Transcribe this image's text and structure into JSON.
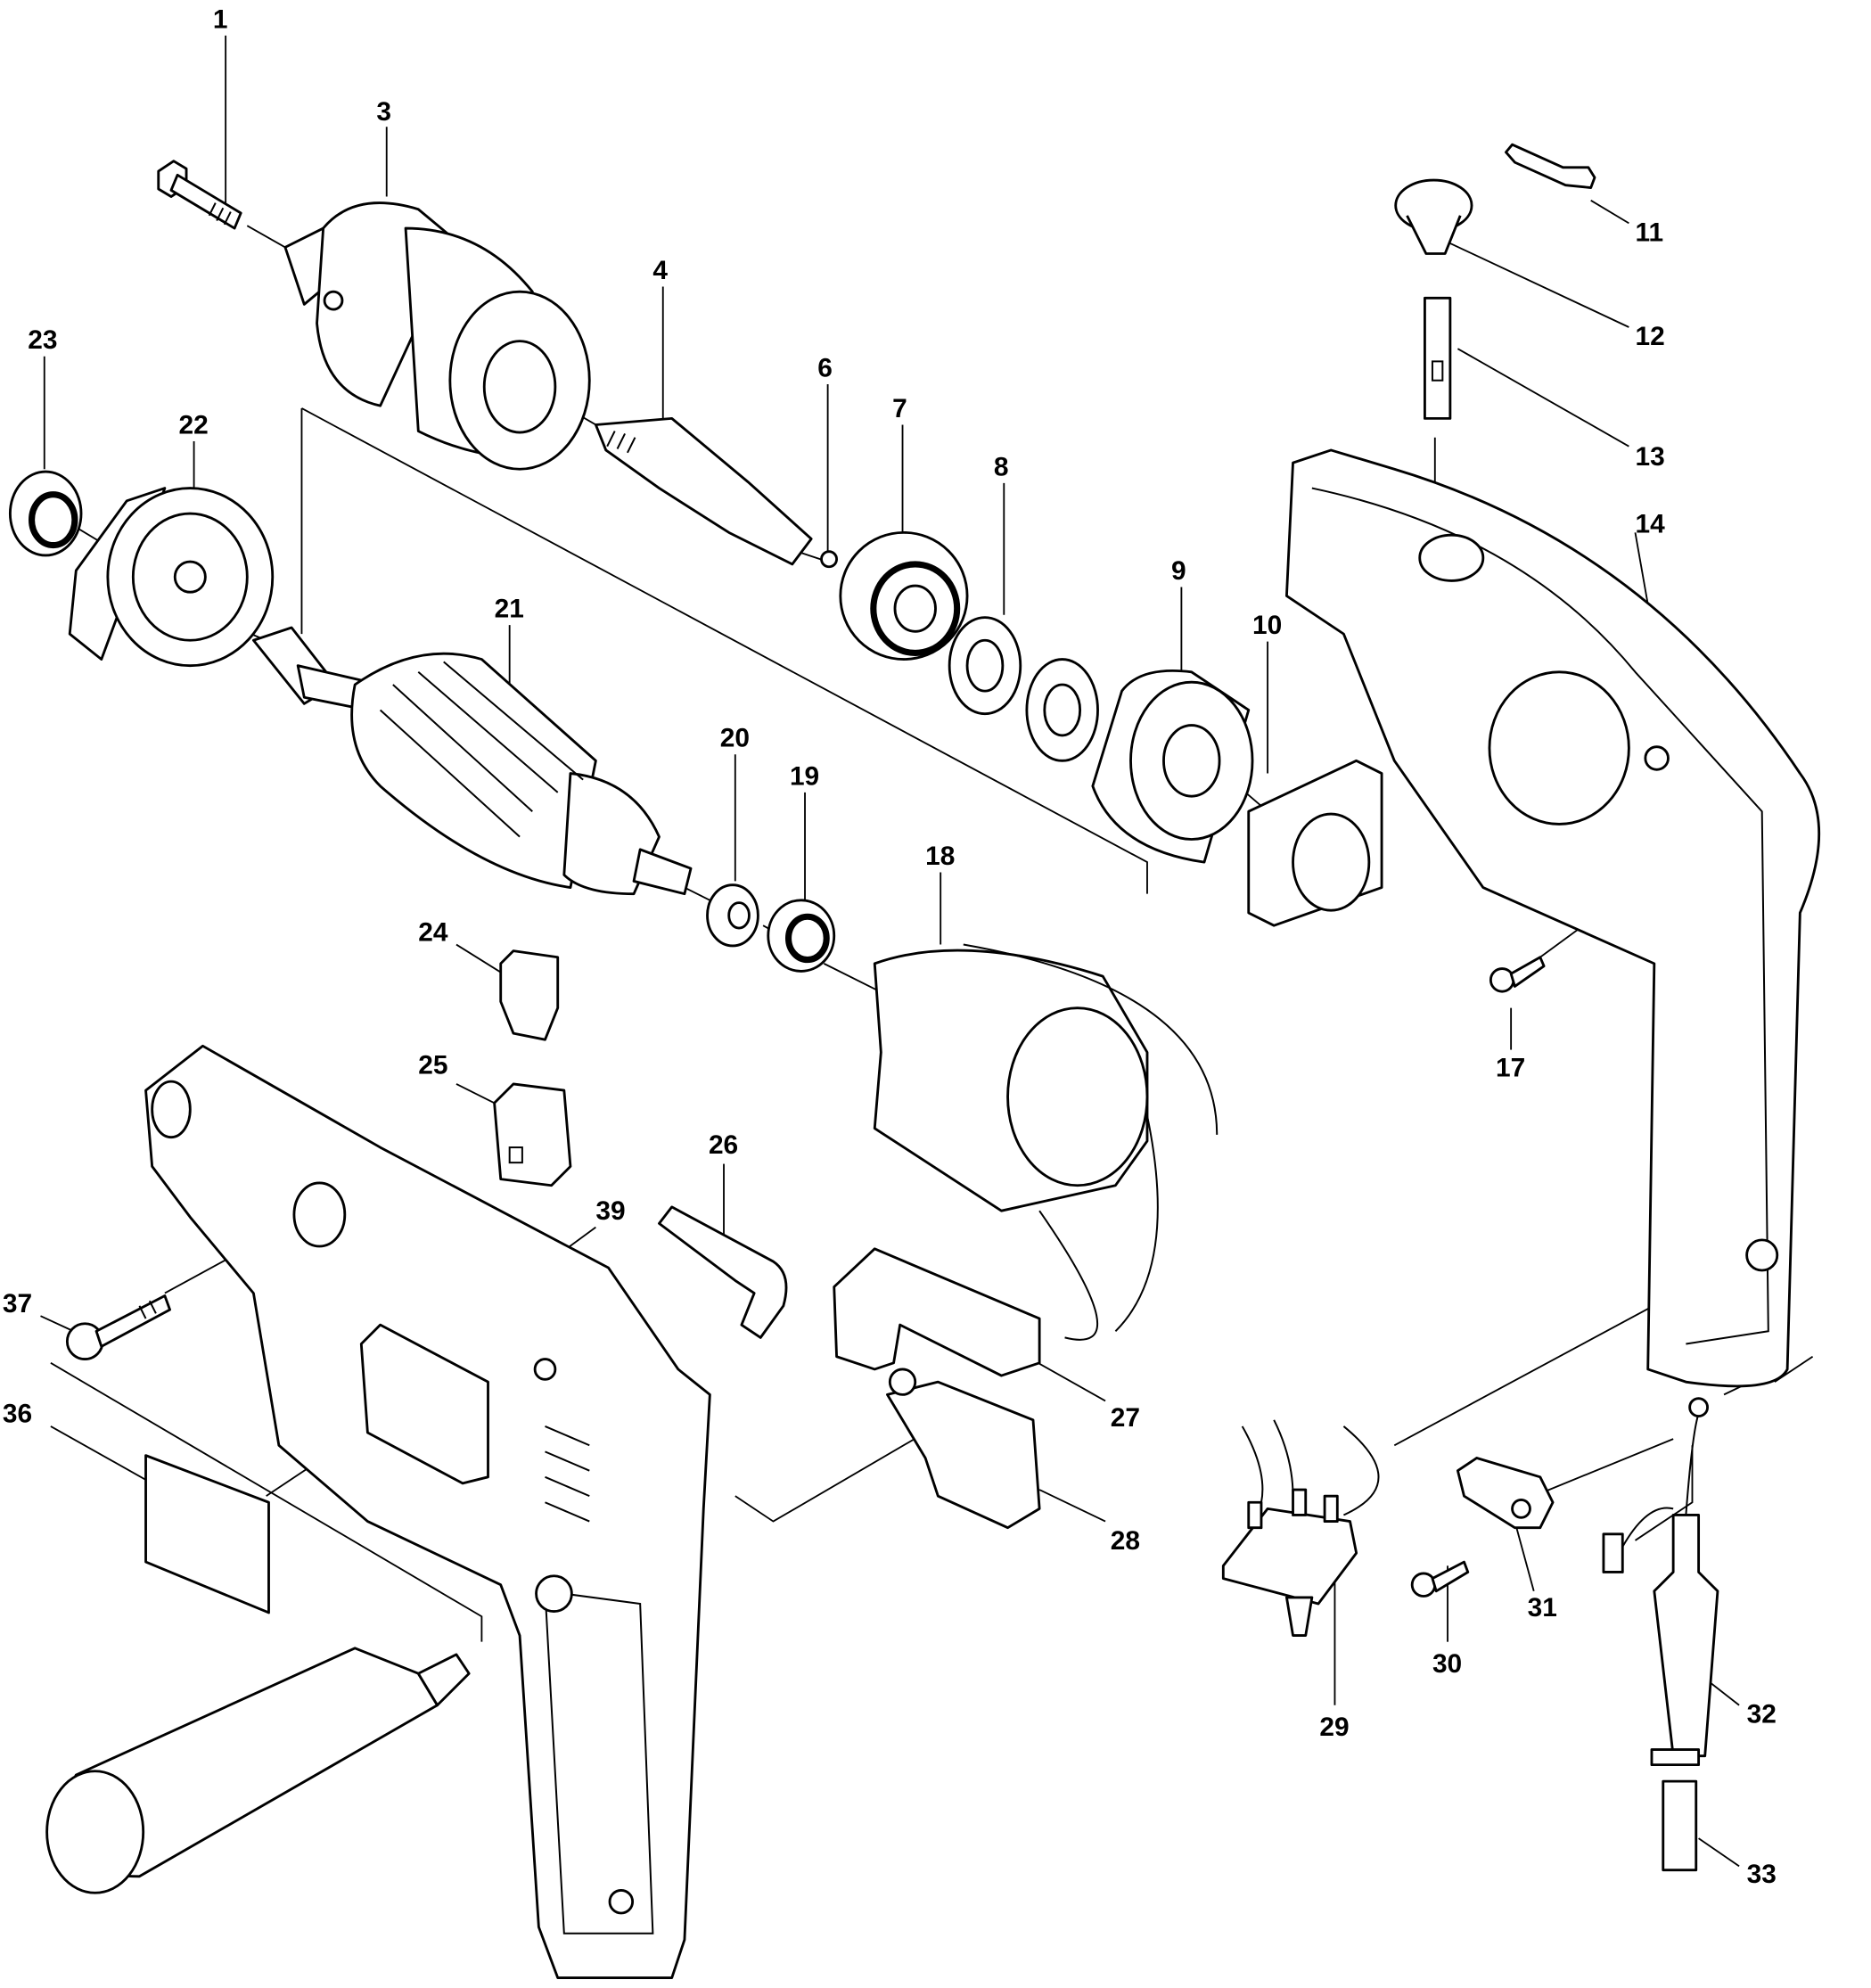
{
  "title": "Exploded parts diagram of an electric drill",
  "labels": [
    "1",
    "3",
    "4",
    "6",
    "7",
    "8",
    "9",
    "10",
    "11",
    "12",
    "13",
    "14",
    "17",
    "18",
    "19",
    "20",
    "21",
    "22",
    "23",
    "24",
    "25",
    "26",
    "27",
    "28",
    "29",
    "30",
    "31",
    "32",
    "33",
    "36",
    "37",
    "39"
  ]
}
